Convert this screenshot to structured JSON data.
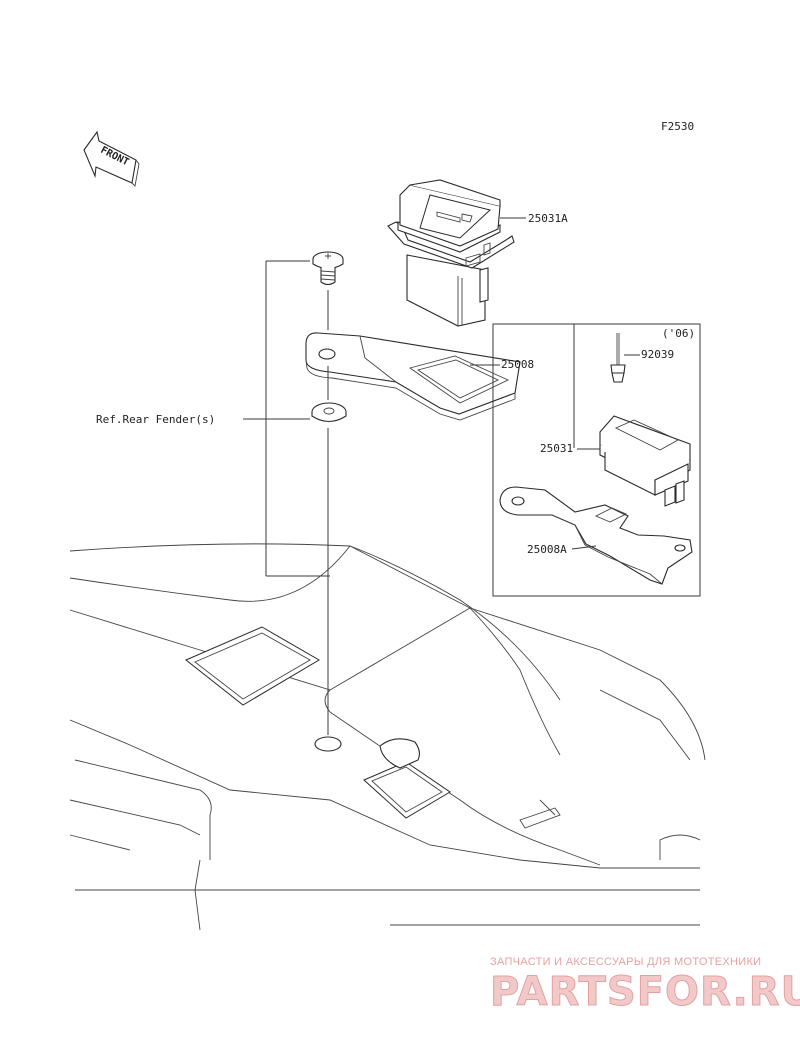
{
  "figure_code": "F2530",
  "front_label": "FRONT",
  "ref_label": "Ref.Rear Fender(s)",
  "inset_year": "('06)",
  "parts": {
    "meter_a": "25031A",
    "bracket": "25008",
    "rivet": "92039",
    "meter": "25031",
    "bracket_a": "25008A"
  },
  "watermark": {
    "tagline": "ЗАПЧАСТИ И АКСЕССУАРЫ ДЛЯ МОТОТЕХНИКИ",
    "brand": "PARTSFOR.RU"
  }
}
